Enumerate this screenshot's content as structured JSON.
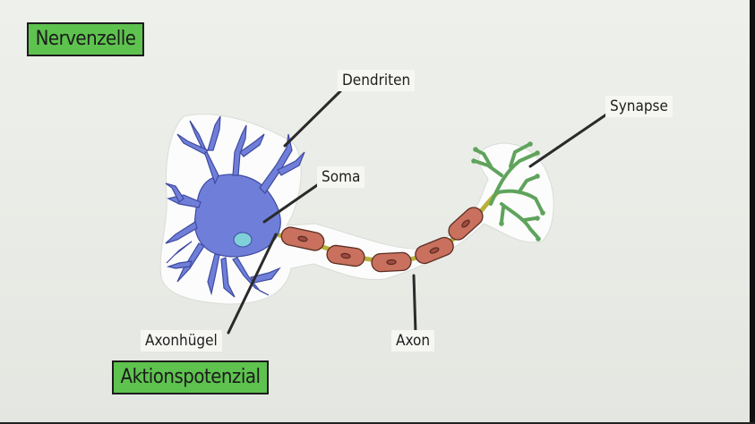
{
  "title": "Nervenzelle",
  "highlight": "Aktionspotenzial",
  "labels": {
    "dendriten": "Dendriten",
    "soma": "Soma",
    "synapse": "Synapse",
    "axonhuegel": "Axonhügel",
    "axon": "Axon"
  },
  "colors": {
    "green_tag": "#5ec24f",
    "soma_blue": "#6f7fd9",
    "nucleus": "#7fd0d8",
    "myelin": "#c9705e",
    "terminal_green": "#5fa35c",
    "axon_yellow": "#b7b13a"
  }
}
